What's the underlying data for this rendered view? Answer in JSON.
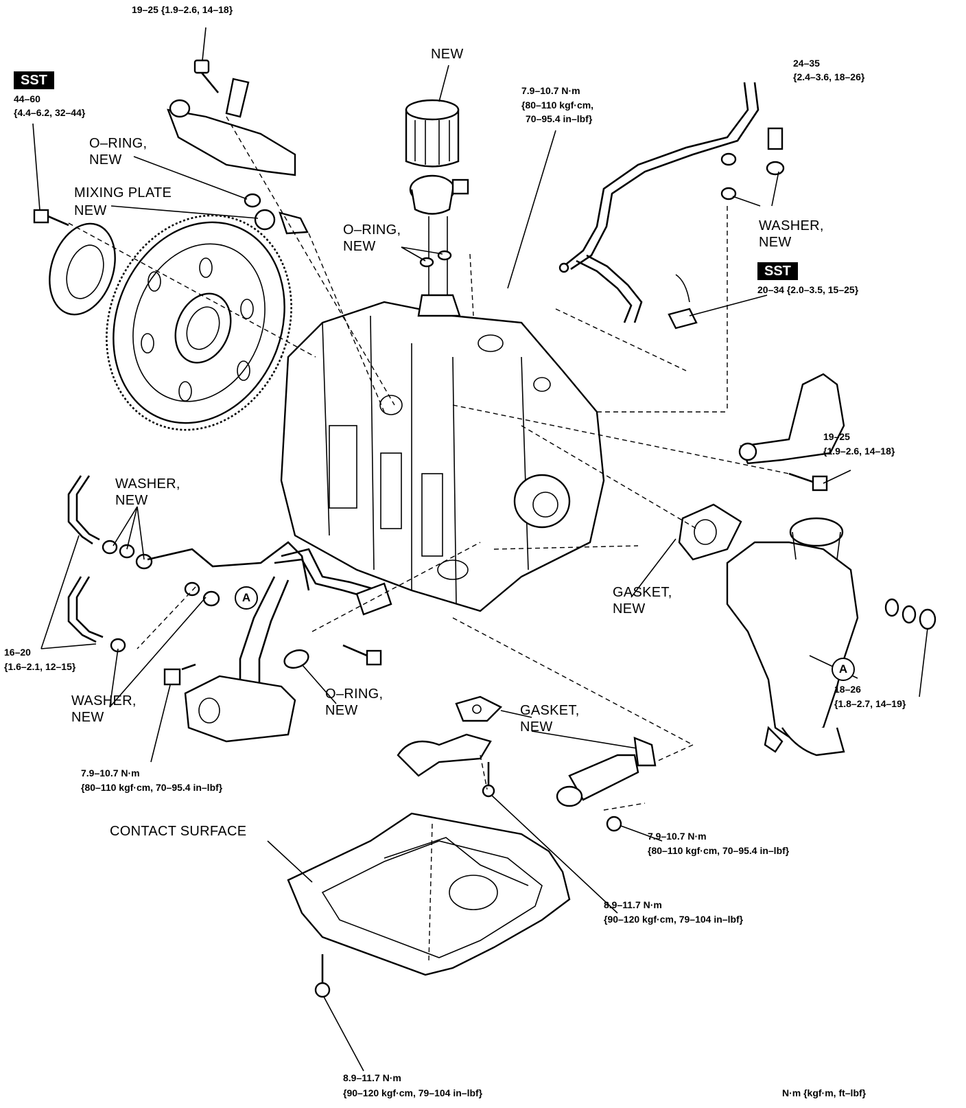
{
  "labels": {
    "top_bolt_torque": "19–25 {1.9–2.6, 14–18}",
    "sst_left": "SST",
    "left_bolt_torque_1": "44–60",
    "left_bolt_torque_2": "{4.4–6.2, 32–44}",
    "oring_left_1": "O–RING,",
    "oring_left_2": "NEW",
    "mixing_plate_1": "MIXING PLATE",
    "mixing_plate_2": "NEW",
    "oil_filter_new": "NEW",
    "oring_center_1": "O–RING,",
    "oring_center_2": "NEW",
    "center_torque_1": "7.9–10.7 N·m",
    "center_torque_2": "{80–110 kgf·cm,",
    "center_torque_3": "70–95.4 in–lbf}",
    "right_top_torque_1": "24–35",
    "right_top_torque_2": "{2.4–3.6, 18–26}",
    "washer_right_1": "WASHER,",
    "washer_right_2": "NEW",
    "sst_right": "SST",
    "sst_right_torque": "20–34 {2.0–3.5, 15–25}",
    "right_bracket_torque_1": "19–25",
    "right_bracket_torque_2": "{1.9–2.6, 14–18}",
    "washer_left_1": "WASHER,",
    "washer_left_2": "NEW",
    "gasket_right_1": "GASKET,",
    "gasket_right_2": "NEW",
    "callout_a_left": "A",
    "callout_a_right": "A",
    "hose_torque_1": "16–20",
    "hose_torque_2": "{1.6–2.1, 12–15}",
    "washer_bottom_1": "WASHER,",
    "washer_bottom_2": "NEW",
    "oring_bottom_1": "O–RING,",
    "oring_bottom_2": "NEW",
    "right_pump_torque_1": "18–26",
    "right_pump_torque_2": "{1.8–2.7, 14–19}",
    "gasket_center_1": "GASKET,",
    "gasket_center_2": "NEW",
    "metering_torque_1": "7.9–10.7 N·m",
    "metering_torque_2": "{80–110 kgf·cm, 70–95.4 in–lbf}",
    "contact_surface": "CONTACT SURFACE",
    "pipe_torque_1": "7.9–10.7 N·m",
    "pipe_torque_2": "{80–110 kgf·cm, 70–95.4 in–lbf}",
    "pan_mid_torque_1": "8.9–11.7 N·m",
    "pan_mid_torque_2": "{90–120 kgf·cm, 79–104 in–lbf}",
    "pan_bottom_torque_1": "8.9–11.7 N·m",
    "pan_bottom_torque_2": "{90–120 kgf·cm, 79–104 in–lbf}",
    "units_legend": "N·m {kgf·m, ft–lbf}"
  }
}
